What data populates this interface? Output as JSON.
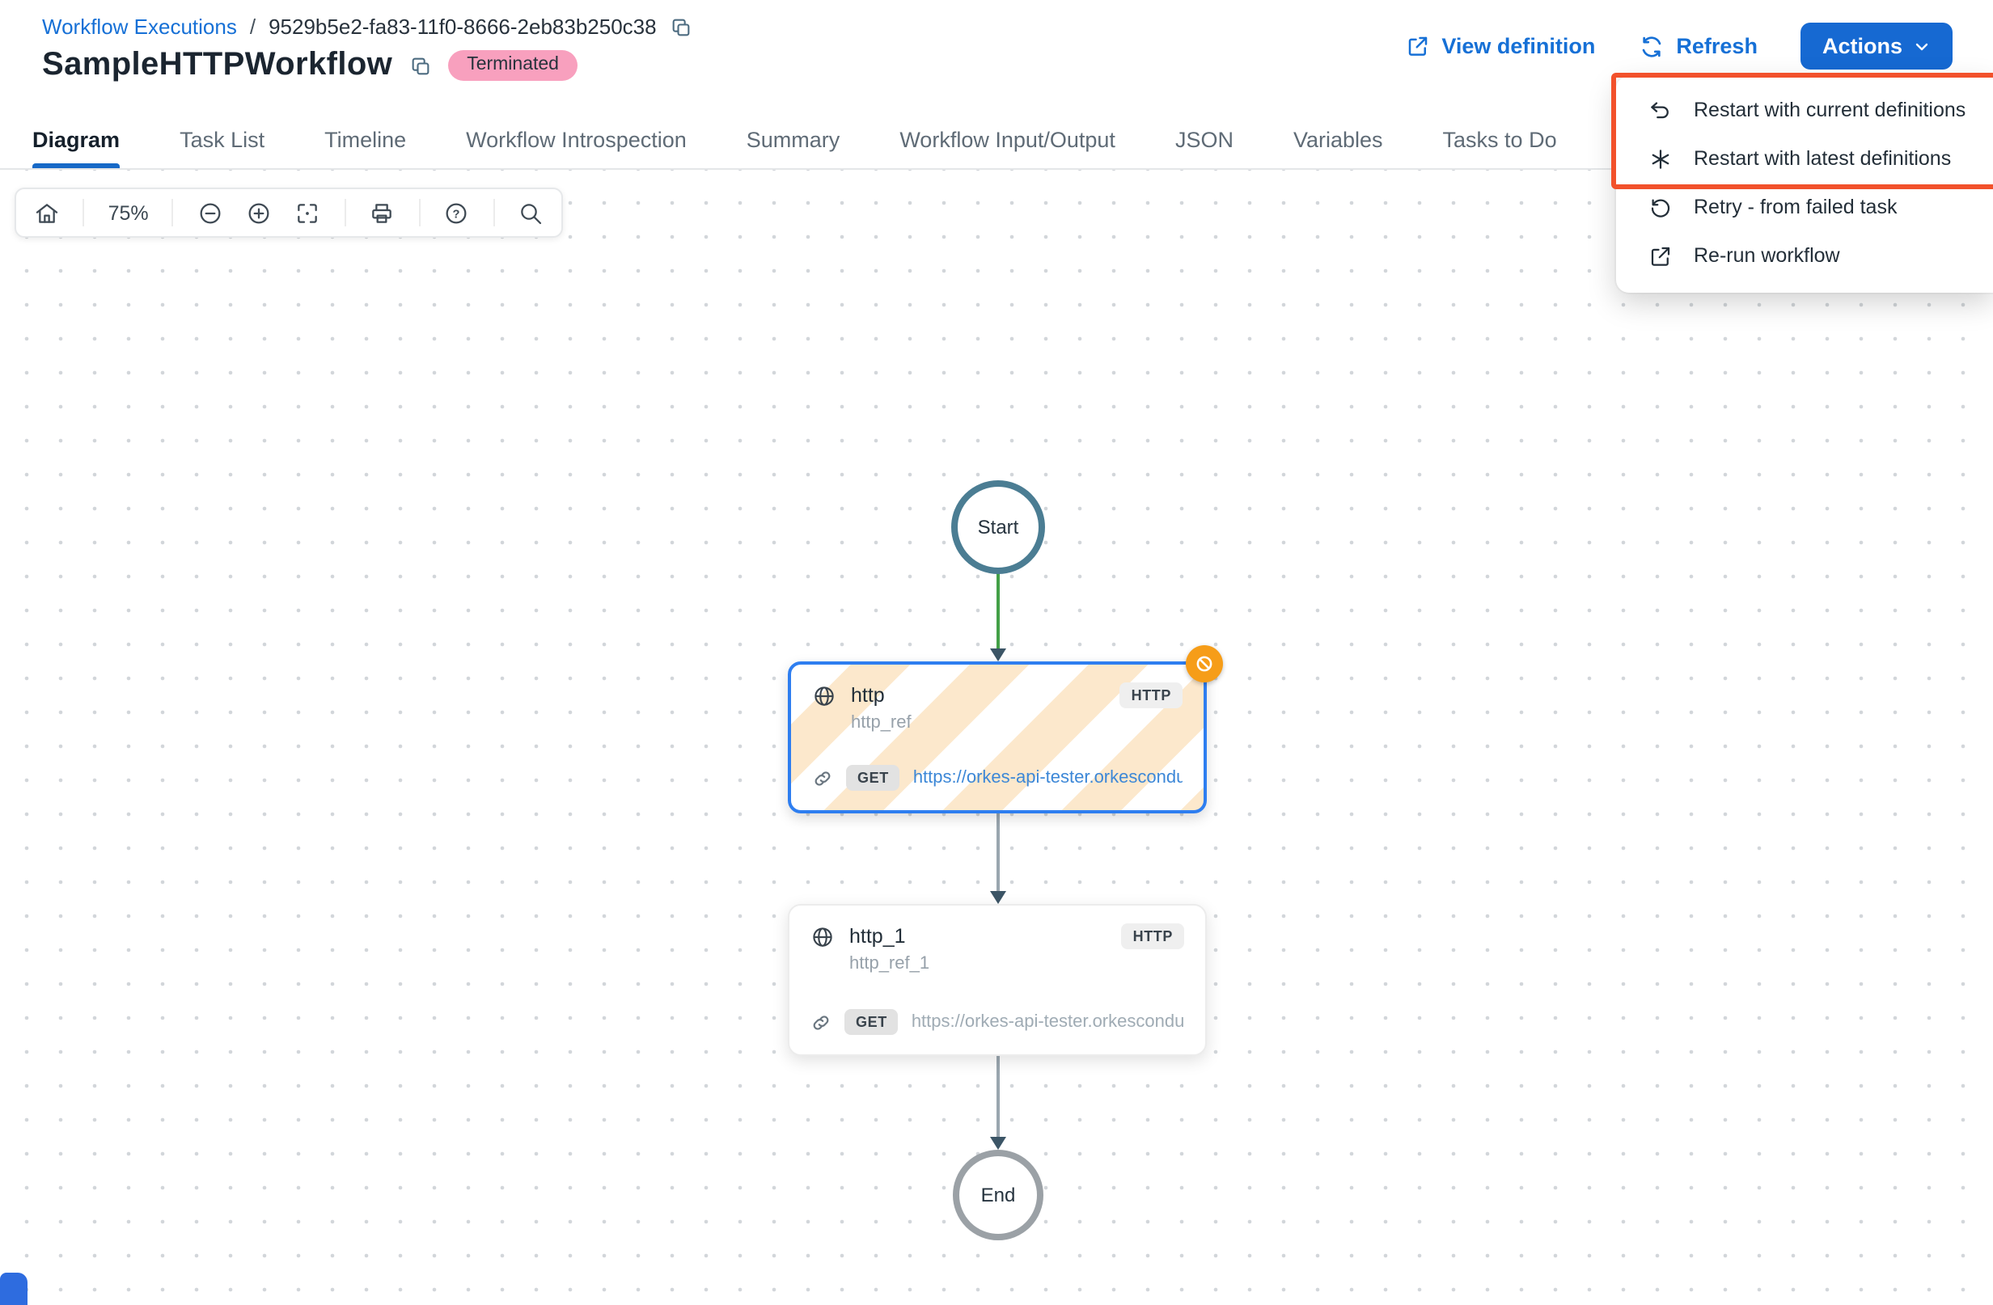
{
  "breadcrumb": {
    "root": "Workflow Executions",
    "separator": "/",
    "execution_id": "9529b5e2-fa83-11f0-8666-2eb83b250c38"
  },
  "header": {
    "title": "SampleHTTPWorkflow",
    "status_badge": "Terminated",
    "view_definition_label": "View definition",
    "refresh_label": "Refresh",
    "actions_label": "Actions"
  },
  "tabs": [
    {
      "label": "Diagram",
      "active": true
    },
    {
      "label": "Task List",
      "active": false
    },
    {
      "label": "Timeline",
      "active": false
    },
    {
      "label": "Workflow Introspection",
      "active": false
    },
    {
      "label": "Summary",
      "active": false
    },
    {
      "label": "Workflow Input/Output",
      "active": false
    },
    {
      "label": "JSON",
      "active": false
    },
    {
      "label": "Variables",
      "active": false
    },
    {
      "label": "Tasks to Do",
      "active": false
    }
  ],
  "toolbar": {
    "zoom_level": "75%",
    "icons": [
      "home-icon",
      "zoom-out-icon",
      "zoom-in-icon",
      "fit-view-icon",
      "print-icon",
      "help-icon",
      "search-icon"
    ]
  },
  "actions_menu": {
    "items": [
      {
        "label": "Restart with current definitions",
        "icon": "undo-icon",
        "highlighted": true
      },
      {
        "label": "Restart with latest definitions",
        "icon": "asterisk-icon",
        "highlighted": true
      },
      {
        "label": "Retry - from failed task",
        "icon": "retry-icon",
        "highlighted": false
      },
      {
        "label": "Re-run workflow",
        "icon": "external-link-icon",
        "highlighted": false
      }
    ]
  },
  "diagram": {
    "start_label": "Start",
    "end_label": "End",
    "nodes": [
      {
        "name": "http",
        "ref": "http_ref",
        "type": "HTTP",
        "method": "GET",
        "url": "https://orkes-api-tester.orkescondu...",
        "status": "cancelled"
      },
      {
        "name": "http_1",
        "ref": "http_ref_1",
        "type": "HTTP",
        "method": "GET",
        "url": "https://orkes-api-tester.orkescondu...",
        "status": "not-started"
      }
    ]
  },
  "colors": {
    "primary_blue": "#1669d2",
    "link_blue": "#1670d6",
    "terminated_pink": "#f8a0be",
    "highlight_red": "#f2512b",
    "cancel_orange": "#f69d18",
    "success_green": "#43a047",
    "node_border_blue": "#2e7ef0",
    "node_stripe_orange": "#fce8cc",
    "start_circle_teal": "#4b7d93",
    "end_circle_gray": "#9ba1a6"
  }
}
